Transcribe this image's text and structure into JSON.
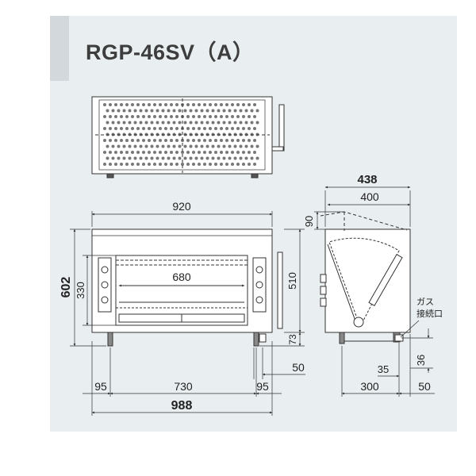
{
  "title": "RGP-46SV（A）",
  "dimensions": {
    "d438": "438",
    "d400": "400",
    "d90": "90",
    "d920": "920",
    "d602": "602",
    "d330": "330",
    "d680": "680",
    "d510": "510",
    "d73": "73",
    "d50a": "50",
    "d95a": "95",
    "d730": "730",
    "d95b": "95",
    "d988": "988",
    "d35": "35",
    "d36": "36",
    "d300": "300",
    "d50b": "50"
  },
  "labels": {
    "gas_line1": "ガス",
    "gas_line2": "接続口"
  },
  "colors": {
    "panel": "#e9eef0",
    "line": "#333333",
    "title": "#3d3d3d"
  }
}
